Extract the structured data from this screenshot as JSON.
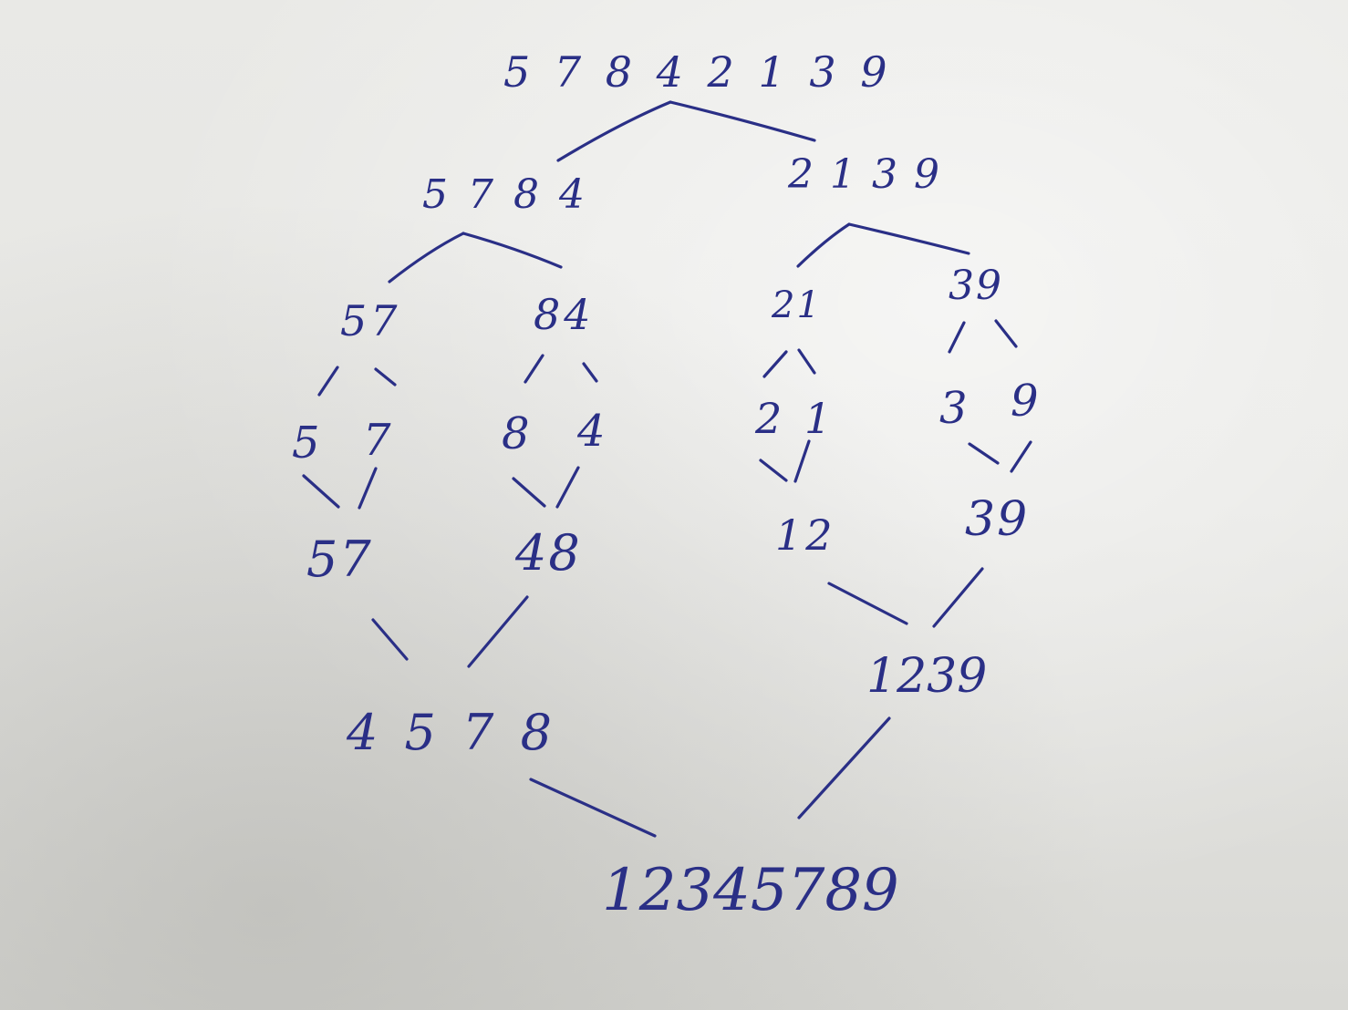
{
  "diagram": {
    "root": "5 7 8 4 2 1 3 9",
    "split1_left": "5 7 8 4",
    "split1_right": "2 1 3 9",
    "split2_ll": "57",
    "split2_lr": "84",
    "split2_rl": "21",
    "split2_rr": "39",
    "single_ll_a": "5",
    "single_ll_b": "7",
    "single_lr_a": "8",
    "single_lr_b": "4",
    "single_rl_a": "2",
    "single_rl_b": "1",
    "single_rr_a": "3",
    "single_rr_b": "9",
    "merge_ll": "57",
    "merge_lr": "48",
    "merge_rl": "12",
    "merge_rr": "39",
    "merge_left": "4 5 7 8",
    "merge_right": "1239",
    "result": "12345789"
  }
}
